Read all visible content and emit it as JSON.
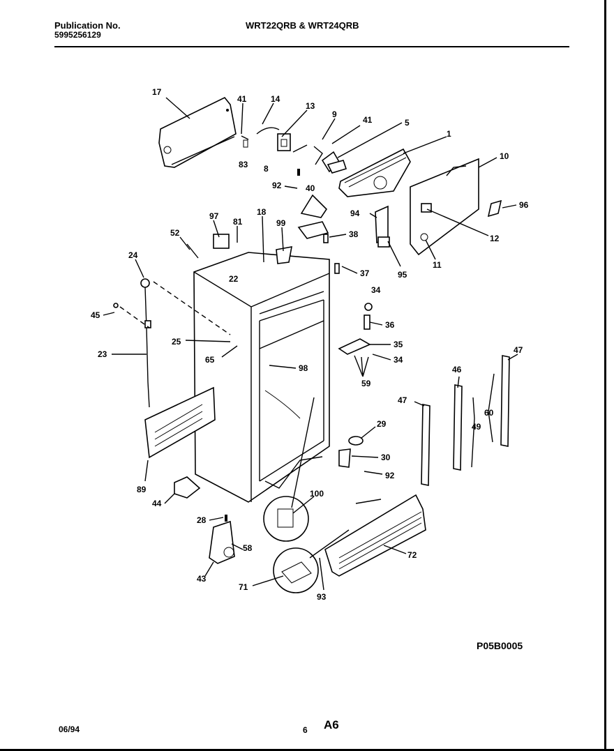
{
  "header": {
    "publication_label": "Publication No.",
    "publication_number": "5995256129",
    "models": "WRT22QRB & WRT24QRB"
  },
  "diagram": {
    "code": "P05B0005",
    "callouts": [
      "17",
      "41",
      "14",
      "13",
      "9",
      "41",
      "5",
      "1",
      "10",
      "96",
      "12",
      "11",
      "95",
      "94",
      "38",
      "40",
      "92",
      "83",
      "8",
      "97",
      "81",
      "18",
      "99",
      "52",
      "24",
      "22",
      "37",
      "34",
      "36",
      "35",
      "34",
      "59",
      "45",
      "25",
      "65",
      "98",
      "23",
      "46",
      "47",
      "47",
      "49",
      "60",
      "29",
      "30",
      "92",
      "89",
      "44",
      "100",
      "28",
      "58",
      "43",
      "71",
      "93",
      "72"
    ]
  },
  "footer": {
    "date": "06/94",
    "page": "6",
    "section": "A6"
  }
}
